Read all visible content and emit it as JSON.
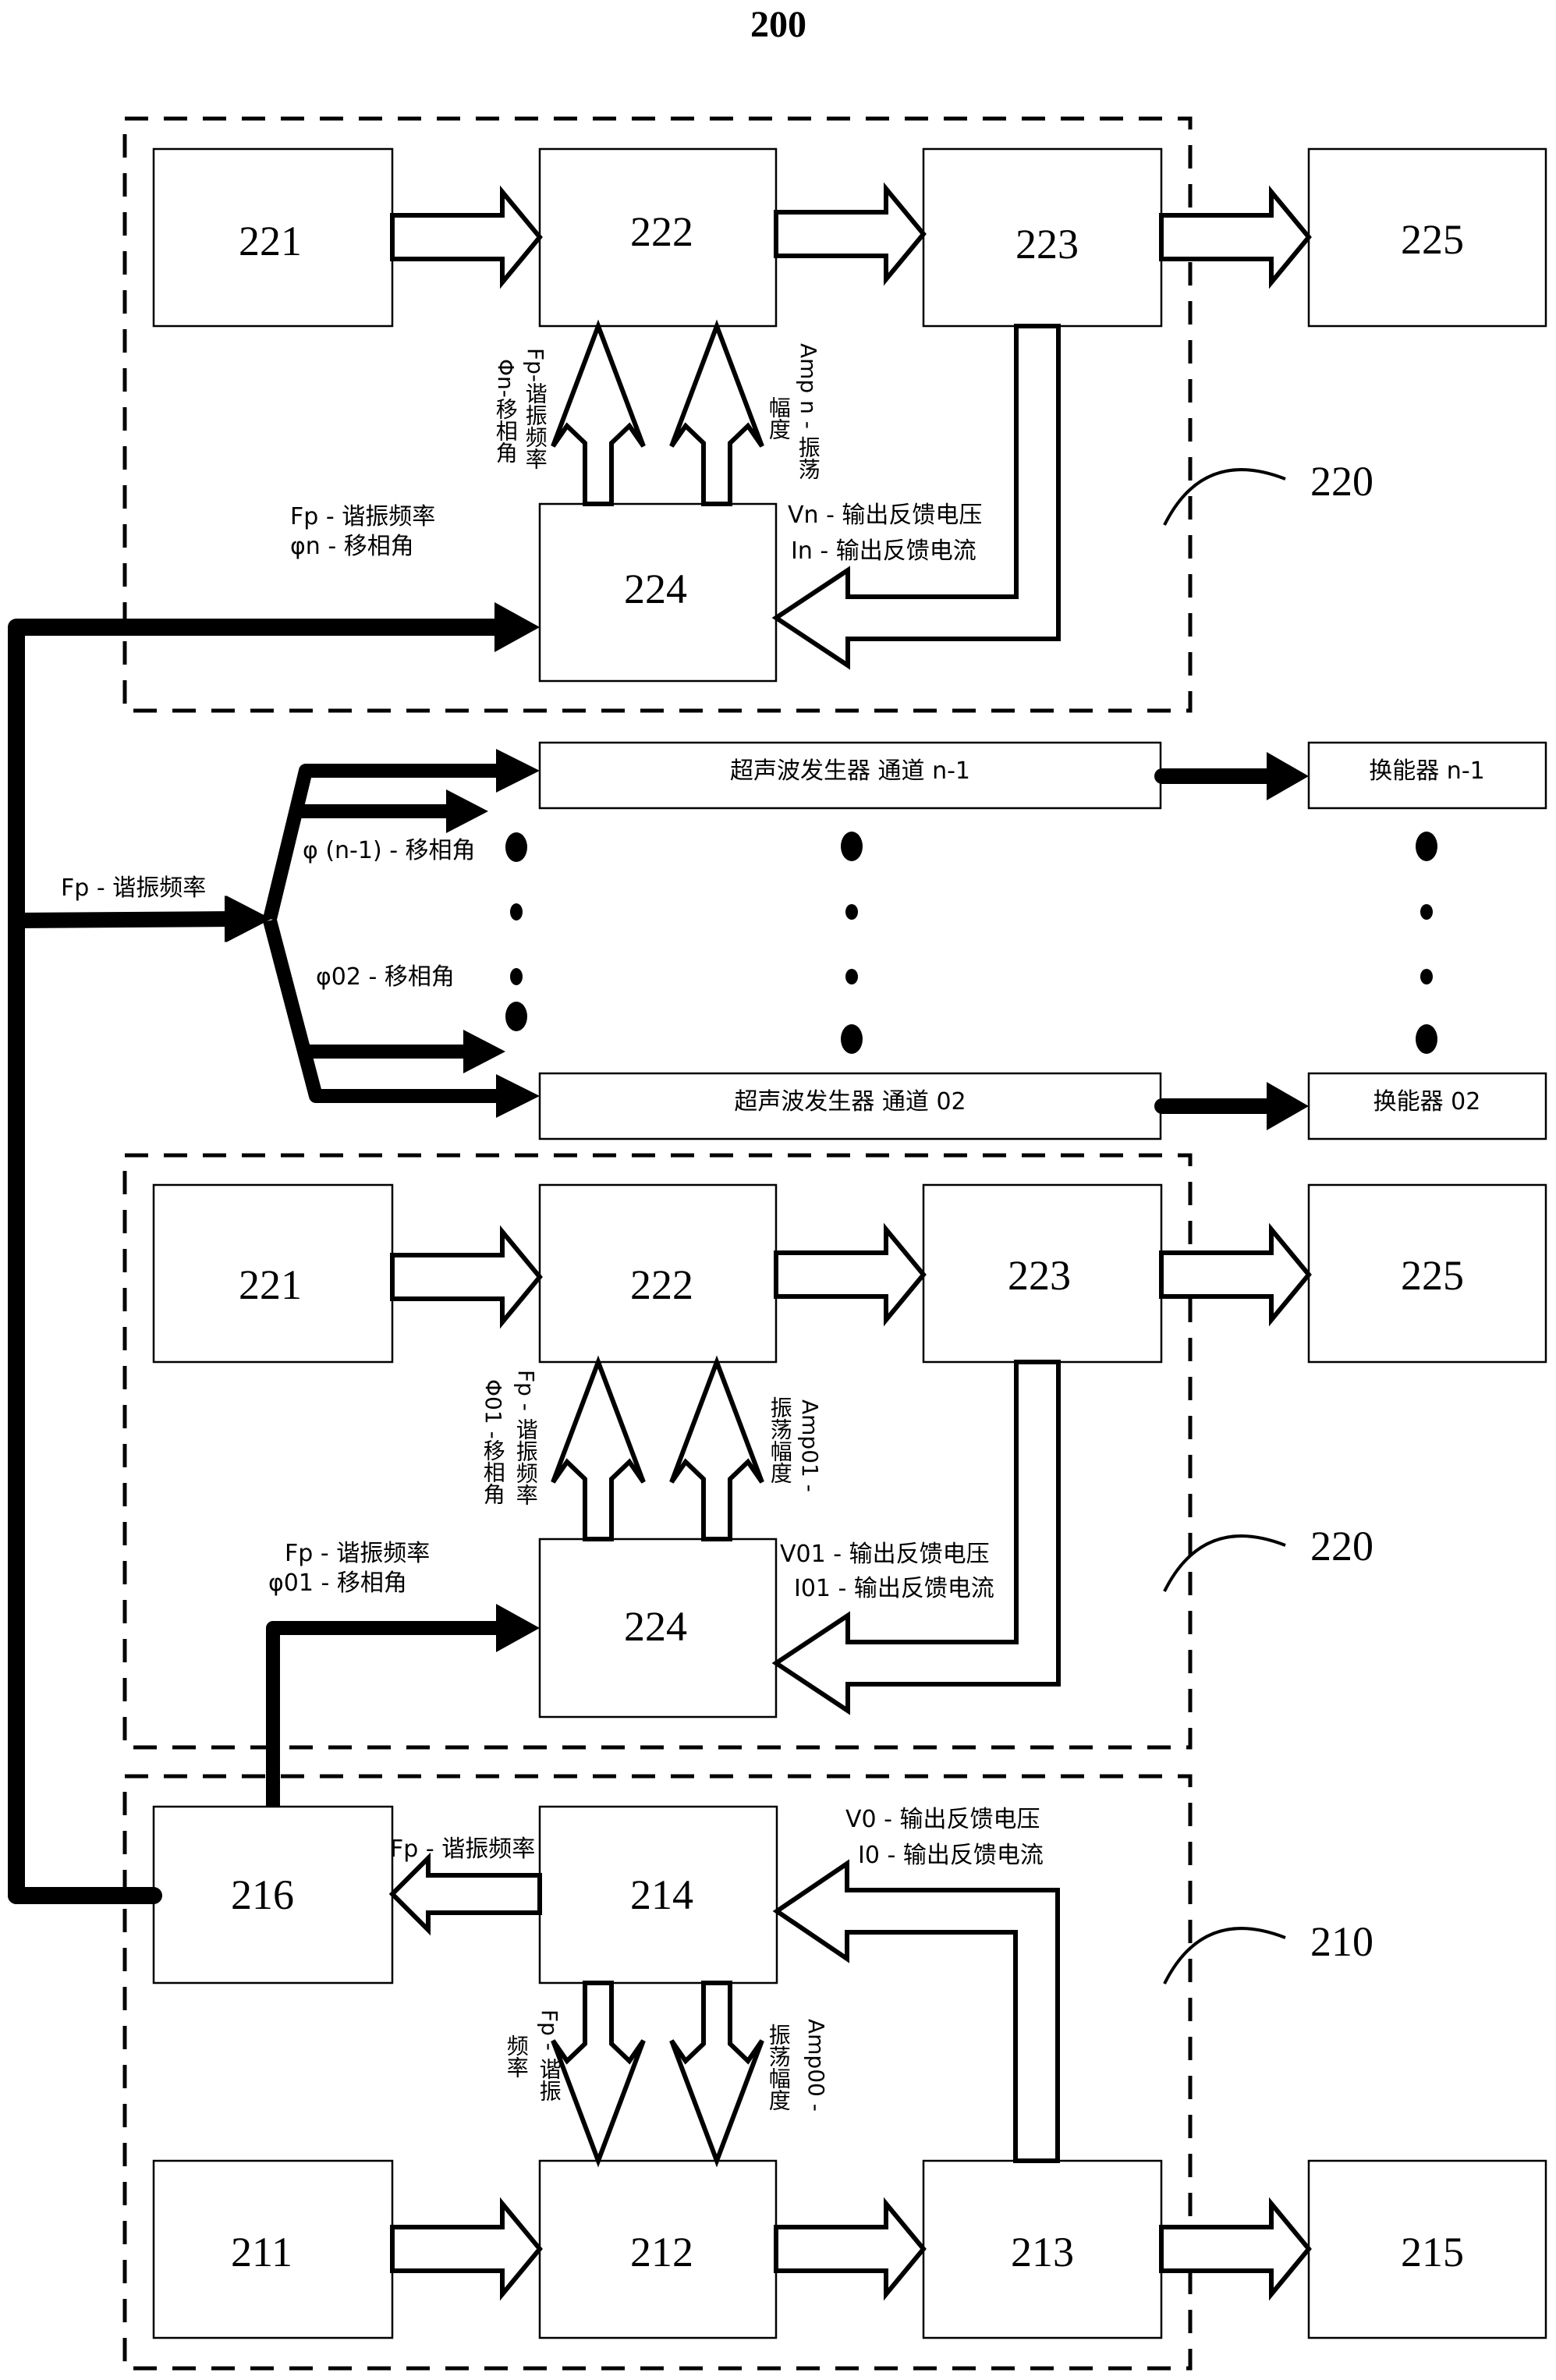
{
  "title": "200",
  "colors": {
    "stroke": "#000000",
    "background": "#ffffff"
  },
  "groups": {
    "channel_n": {
      "ref_label": "220",
      "blocks": {
        "b221": "221",
        "b222": "222",
        "b223": "223",
        "b224": "224",
        "b225": "225"
      },
      "input_label_1": "Fp - 谐振频率",
      "input_label_2": "φn - 移相角",
      "up_arrow_left_label_1": "Fp-谐振频率",
      "up_arrow_left_label_2": "Φn-移相角",
      "up_arrow_right_label_1": "Amp n - 振荡",
      "up_arrow_right_label_2": "幅度",
      "feedback_label_1": "Vn -  输出反馈电压",
      "feedback_label_2": "In  - 输出反馈电流"
    },
    "channels_middle": {
      "fp_label": "Fp - 谐振频率",
      "phi_n1_label": "φ (n-1)  - 移相角",
      "phi_02_label": "φ02  - 移相角",
      "generator_n1": "超声波发生器   通道 n-1",
      "generator_02": "超声波发生器   通道 02",
      "transducer_n1": "换能器 n-1",
      "transducer_02": "换能器 02"
    },
    "channel_01": {
      "ref_label": "220",
      "blocks": {
        "b221": "221",
        "b222": "222",
        "b223": "223",
        "b224": "224",
        "b225": "225"
      },
      "input_label_1": "Fp - 谐振频率",
      "input_label_2": "φ01 - 移相角",
      "up_arrow_left_label_1": "Fp  -  谐振频率",
      "up_arrow_left_label_2": "Φ01  -移相角",
      "up_arrow_right_label_1": "Amp01 -",
      "up_arrow_right_label_2": "振荡幅度",
      "feedback_label_1": "V01  -  输出反馈电压",
      "feedback_label_2": "I01 - 输出反馈电流"
    },
    "master": {
      "ref_label": "210",
      "blocks": {
        "b211": "211",
        "b212": "212",
        "b213": "213",
        "b214": "214",
        "b215": "215",
        "b216": "216"
      },
      "fp_out_label": "Fp - 谐振频率",
      "down_arrow_left_label_1": "Fp - 谐振",
      "down_arrow_left_label_2": "频率",
      "down_arrow_right_label_1": "Amp00 -",
      "down_arrow_right_label_2": "振荡幅度",
      "feedback_label_1": "V0  -  输出反馈电压",
      "feedback_label_2": "I0 - 输出反馈电流"
    }
  }
}
